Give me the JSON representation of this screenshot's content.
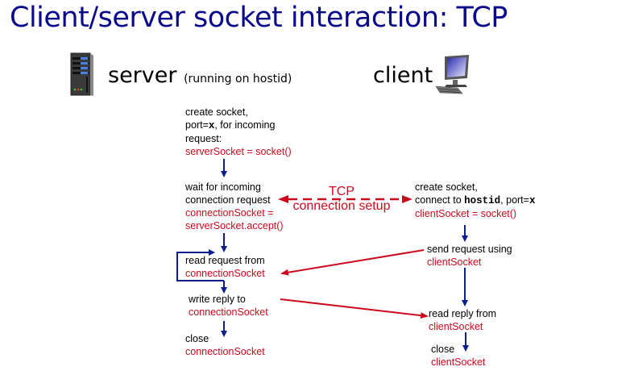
{
  "title": "Client/server socket interaction: TCP",
  "server": {
    "label": "server",
    "sublabel": "(running on hostid)",
    "icon": "server-tower-icon"
  },
  "client": {
    "label": "client",
    "icon": "desktop-computer-icon"
  },
  "server_steps": {
    "create": {
      "line1": "create socket,",
      "line2_pre": "port=",
      "line2_code": "x",
      "line2_post": ", for incoming",
      "line3": "request:",
      "code": "serverSocket = socket()"
    },
    "wait": {
      "line1": "wait for incoming",
      "line2": "connection request",
      "code1": "connectionSocket =",
      "code2": "serverSocket.accept()"
    },
    "read": {
      "line1": "read request from",
      "code": "connectionSocket"
    },
    "write": {
      "line1": "write reply to",
      "code": "connectionSocket"
    },
    "close": {
      "line1": "close",
      "code": "connectionSocket"
    }
  },
  "client_steps": {
    "create": {
      "line1": "create socket,",
      "line2_pre": "connect to ",
      "line2_code": "hostid",
      "line2_mid": ", port=",
      "line2_code2": "x",
      "code": "clientSocket = socket()"
    },
    "send": {
      "line1": "send request using",
      "code": "clientSocket"
    },
    "read": {
      "line1": "read reply from",
      "code": "clientSocket"
    },
    "close": {
      "line1": "close",
      "code": "clientSocket"
    }
  },
  "tcp_setup": {
    "line1": "TCP",
    "line2": "connection setup"
  },
  "colors": {
    "title": "#0a0a8c",
    "code_red": "#cc0a1e",
    "flow_blue": "#0a1e8c",
    "message_red": "#cc0a1e"
  }
}
